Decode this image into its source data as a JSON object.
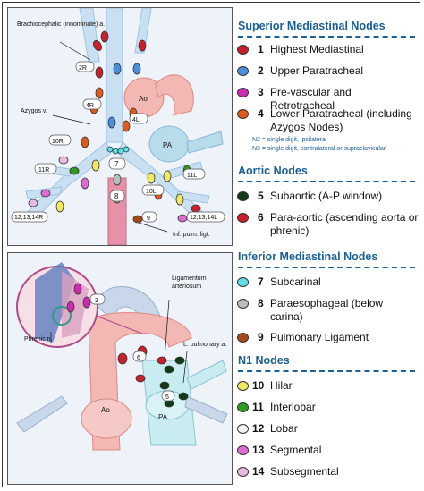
{
  "diagram_top": {
    "labels": {
      "brachiocephalic": "Brachiocephalic (innominate) a.",
      "azygos": "Azygos v.",
      "ao": "Ao",
      "pa": "PA",
      "inf_pulm": "Inf. pulm. ligt.",
      "n2R": "2R",
      "n4R": "4R",
      "n4L": "4L",
      "n10R": "10R",
      "n11R": "11R",
      "n11L": "11L",
      "n10L": "10L",
      "n7": "7",
      "n8": "8",
      "n9": "9",
      "n12R": "12,13,14R",
      "n12L": "12,13,14L"
    }
  },
  "diagram_bottom": {
    "labels": {
      "ligamentum": "Ligamentum arteriosum",
      "lpulm": "L. pulmonary a.",
      "phrenic": "Phrenic n.",
      "ao": "Ao",
      "pa": "PA",
      "n6": "6",
      "n5": "5",
      "n3": "3"
    }
  },
  "legend": {
    "sections": [
      {
        "title": "Superior Mediastinal Nodes",
        "items": [
          {
            "num": "1",
            "text": "Highest Mediastinal",
            "color": "#c8202c"
          },
          {
            "num": "2",
            "text": "Upper Paratracheal",
            "color": "#4a8ee0"
          },
          {
            "num": "3",
            "text": "Pre-vascular and Retrotracheal",
            "color": "#cc2bb0"
          },
          {
            "num": "4",
            "text": "Lower Paratracheal (including Azygos Nodes)",
            "color": "#e05a1c"
          }
        ],
        "notes": [
          "N2 = single digit, ipsilateral",
          "N3 = single digit, contralateral or supraclavicular"
        ]
      },
      {
        "title": "Aortic Nodes",
        "items": [
          {
            "num": "5",
            "text": "Subaortic (A-P window)",
            "color": "#153a18"
          },
          {
            "num": "6",
            "text": "Para-aortic (ascending aorta or phrenic)",
            "color": "#c8202c"
          }
        ]
      },
      {
        "title": "Inferior Mediastinal Nodes",
        "items": [
          {
            "num": "7",
            "text": "Subcarinal",
            "color": "#5fe0e6"
          },
          {
            "num": "8",
            "text": "Paraesophageal (below carina)",
            "color": "#b6bfb8"
          },
          {
            "num": "9",
            "text": "Pulmonary Ligament",
            "color": "#a84a18"
          }
        ]
      },
      {
        "title": "N1 Nodes",
        "items": [
          {
            "num": "10",
            "text": "Hilar",
            "color": "#f2e95e"
          },
          {
            "num": "11",
            "text": "Interlobar",
            "color": "#2e9a1e"
          },
          {
            "num": "12",
            "text": "Lobar",
            "color": "#f2f2f2"
          },
          {
            "num": "13",
            "text": "Segmental",
            "color": "#de6ad4"
          },
          {
            "num": "14",
            "text": "Subsegmental",
            "color": "#e8b8e6"
          }
        ]
      }
    ]
  }
}
